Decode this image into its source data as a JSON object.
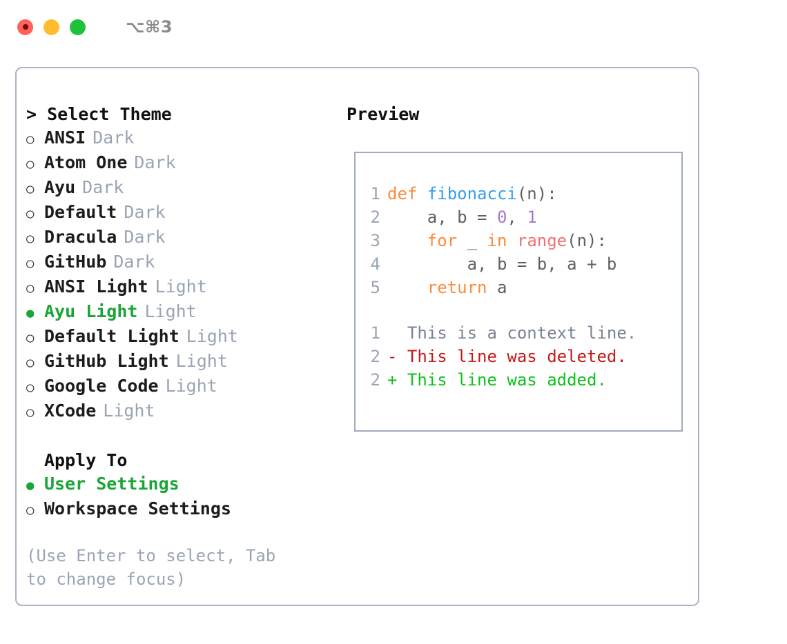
{
  "titlebar": {
    "lights": [
      {
        "name": "close-button",
        "color": "#ff6159"
      },
      {
        "name": "minimize-button",
        "color": "#ffbd2e"
      },
      {
        "name": "maximize-button",
        "color": "#1ec23d"
      }
    ],
    "shortcut": "⌥⌘3"
  },
  "theme_picker": {
    "header": "> Select Theme",
    "options": [
      {
        "marker": "○",
        "label": "ANSI",
        "suffix": "Dark",
        "selected": false
      },
      {
        "marker": "○",
        "label": "Atom One",
        "suffix": "Dark",
        "selected": false
      },
      {
        "marker": "○",
        "label": "Ayu",
        "suffix": "Dark",
        "selected": false
      },
      {
        "marker": "○",
        "label": "Default",
        "suffix": "Dark",
        "selected": false
      },
      {
        "marker": "○",
        "label": "Dracula",
        "suffix": "Dark",
        "selected": false
      },
      {
        "marker": "○",
        "label": "GitHub",
        "suffix": "Dark",
        "selected": false
      },
      {
        "marker": "○",
        "label": "ANSI Light",
        "suffix": "Light",
        "selected": false
      },
      {
        "marker": "●",
        "label": "Ayu Light",
        "suffix": "Light",
        "selected": true
      },
      {
        "marker": "○",
        "label": "Default Light",
        "suffix": "Light",
        "selected": false
      },
      {
        "marker": "○",
        "label": "GitHub Light",
        "suffix": "Light",
        "selected": false
      },
      {
        "marker": "○",
        "label": "Google Code",
        "suffix": "Light",
        "selected": false
      },
      {
        "marker": "○",
        "label": "XCode",
        "suffix": "Light",
        "selected": false
      }
    ]
  },
  "apply_to": {
    "header": "Apply To",
    "options": [
      {
        "marker": "●",
        "label": "User Settings",
        "selected": true
      },
      {
        "marker": "○",
        "label": "Workspace Settings",
        "selected": false
      }
    ]
  },
  "hint": "(Use Enter to select, Tab to change focus)",
  "preview": {
    "title": "Preview",
    "code_lines": [
      {
        "no": "1",
        "tokens": [
          {
            "t": "def",
            "c": "kw"
          },
          {
            "t": " ",
            "c": "pl"
          },
          {
            "t": "fibonacci",
            "c": "fn"
          },
          {
            "t": "(n):",
            "c": "pl"
          }
        ]
      },
      {
        "no": "2",
        "tokens": [
          {
            "t": "    a, b = ",
            "c": "pl"
          },
          {
            "t": "0",
            "c": "num"
          },
          {
            "t": ", ",
            "c": "pl"
          },
          {
            "t": "1",
            "c": "num"
          }
        ]
      },
      {
        "no": "3",
        "tokens": [
          {
            "t": "    ",
            "c": "pl"
          },
          {
            "t": "for",
            "c": "kw"
          },
          {
            "t": " _ ",
            "c": "pl"
          },
          {
            "t": "in",
            "c": "kw"
          },
          {
            "t": " ",
            "c": "pl"
          },
          {
            "t": "range",
            "c": "bi"
          },
          {
            "t": "(n):",
            "c": "pl"
          }
        ]
      },
      {
        "no": "4",
        "tokens": [
          {
            "t": "        a, b = b, a + b",
            "c": "pl"
          }
        ]
      },
      {
        "no": "5",
        "tokens": [
          {
            "t": "    ",
            "c": "pl"
          },
          {
            "t": "return",
            "c": "kw"
          },
          {
            "t": " a",
            "c": "pl"
          }
        ]
      }
    ],
    "diff_lines": [
      {
        "no": "1",
        "sign": " ",
        "text": "This is a context line.",
        "kind": "d-ctx"
      },
      {
        "no": "2",
        "sign": "-",
        "text": "This line was deleted.",
        "kind": "d-del"
      },
      {
        "no": "2",
        "sign": "+",
        "text": "This line was added.",
        "kind": "d-add"
      }
    ]
  },
  "colors": {
    "accent_green": "#1aa637",
    "muted": "#9aa5b4",
    "border": "#a9b3c2",
    "keyword": "#fa8d3e",
    "function": "#399ee6",
    "number": "#a37acc",
    "builtin": "#f07171",
    "plain": "#5c6166",
    "diff_deleted": "#c41a16",
    "diff_added": "#0ec21a"
  }
}
